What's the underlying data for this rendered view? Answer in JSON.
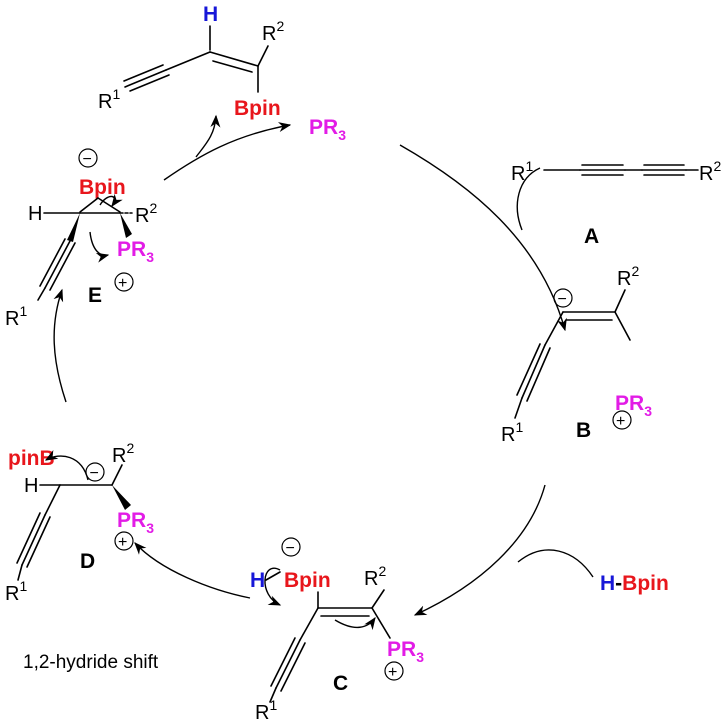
{
  "colors": {
    "boron": "#e8161c",
    "phosphorus": "#e21ce6",
    "hydrogen": "#1717d8",
    "default": "#000000"
  },
  "atoms": {
    "H": "H",
    "Bpin": "Bpin",
    "pinB": "pinB",
    "PR3_base": "PR",
    "PR3_sub": "3",
    "R_base": "R",
    "R1_sup": "1",
    "R2_sup": "2"
  },
  "charges": {
    "minus": "−",
    "plus": "+"
  },
  "labels": {
    "A": "A",
    "B": "B",
    "C": "C",
    "D": "D",
    "E": "E"
  },
  "step_text": "1,2-hydride shift",
  "reagent": {
    "H": "H",
    "dash": "-",
    "Bpin": "Bpin"
  }
}
